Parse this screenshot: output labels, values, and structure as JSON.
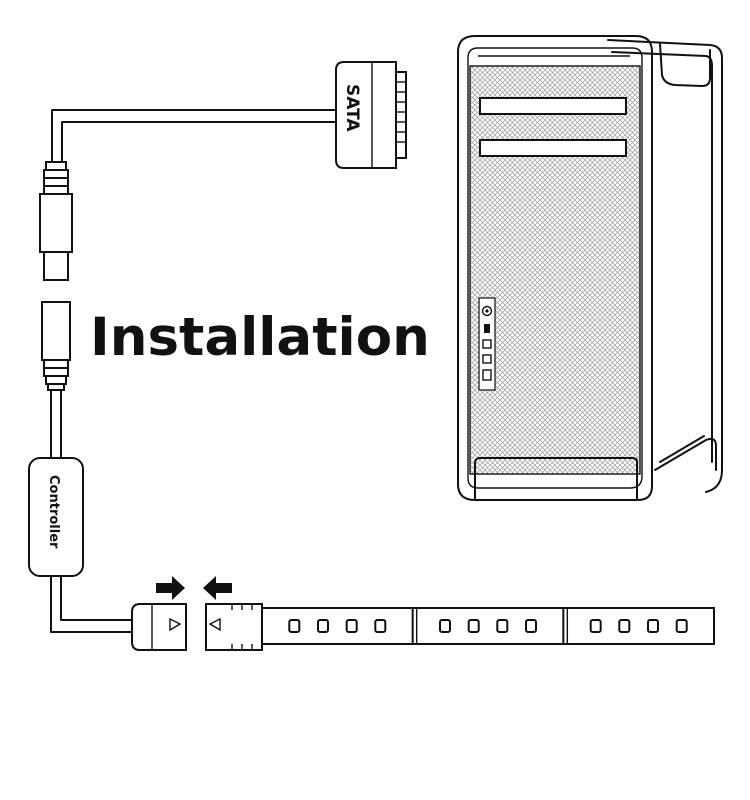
{
  "title": "Installation",
  "connector_label": "SATA",
  "controller_label": "Controller",
  "colors": {
    "ink": "#111111",
    "background": "#ffffff",
    "mesh": "#cccccc"
  },
  "led_strip": {
    "segments": 3,
    "leds_per_segment": 4
  }
}
